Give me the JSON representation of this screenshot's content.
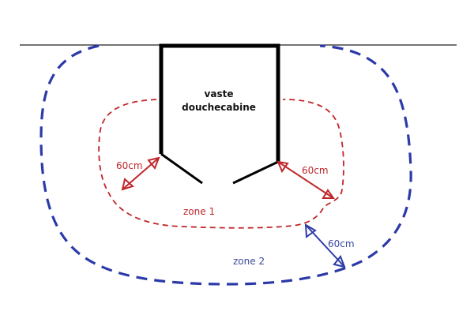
{
  "cabin": {
    "line1": "vaste",
    "line2": "douchecabine"
  },
  "zone1": {
    "label": "zone 1",
    "color": "#c0262a"
  },
  "zone2": {
    "label": "zone 2",
    "color": "#2b3aa8"
  },
  "distances": {
    "zone1_left": "60cm",
    "zone1_right": "60cm",
    "zone2": "60cm"
  }
}
